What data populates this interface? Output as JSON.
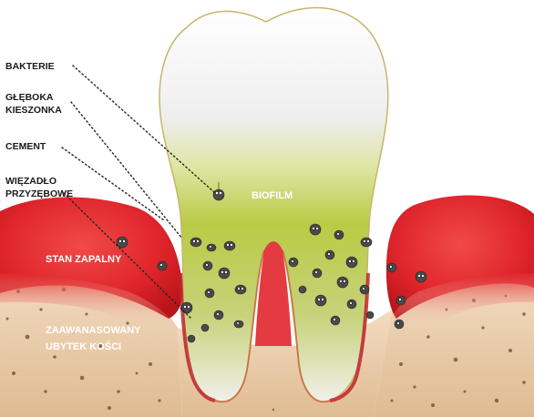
{
  "labels": {
    "bakterie": "BAKTERIE",
    "gleboka_1": "GŁĘBOKA",
    "gleboka_2": "KIESZONKA",
    "cement": "CEMENT",
    "wiezadlo_1": "WIĘZADŁO",
    "wiezadlo_2": "PRZYZĘBOWE",
    "stan_zapalny": "STAN ZAPALNY",
    "ubytek_1": "ZAAWANASOWANY",
    "ubytek_2": "UBYTEK KOŚCI",
    "biofilm": "BIOFILM"
  },
  "colors": {
    "gum_red": "#e0262c",
    "bone": "#e9c9a6",
    "enamel": "#f4f4f4",
    "plaque_green": "#b4c83c",
    "dot_line": "#222222"
  }
}
